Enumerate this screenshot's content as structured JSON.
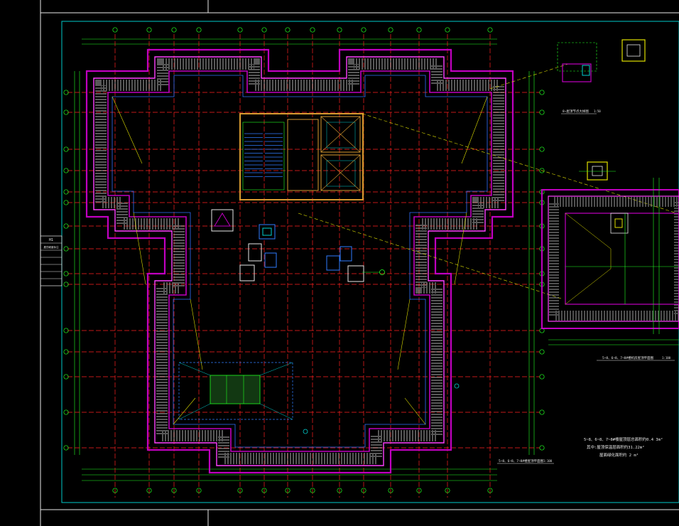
{
  "colors": {
    "background": "#000000",
    "frame": "#00c8c8",
    "wall": "#c000c0",
    "wall_inner": "#ff40ff",
    "axis": "#ff2020",
    "dim": "#20ff20",
    "hatch": "#b0b0b0",
    "core": "#d89a30",
    "stair": "#2f7dff",
    "yellow": "#e0e000",
    "white": "#e8e8e8",
    "cyan": "#00d0d0"
  },
  "notes": {
    "total_area_line": "5~8、6~8、7~8#楼屋顶层总面积约0.4 3m²",
    "sub_area_line_1": "其中:屋顶保温层面积约31.22m²",
    "sub_area_line_2": "屋面绿化面积约 2 m²"
  },
  "titles": {
    "main_plan": "5~8、6~8、7~8#楼屋顶平面图",
    "main_scale": "1:100",
    "detail_top": "8~屋顶节点大样图",
    "detail_top_scale": "1:50",
    "detail_right": "5~8、6~8、7~8#楼机房屋顶平面图",
    "detail_right_scale": "1:100"
  },
  "left_tag": {
    "line1": "H1",
    "line2": "屋顶坡度标注"
  },
  "icons": {
    "north_marker": "section-marker-icon",
    "drain": "roof-drain-icon"
  }
}
